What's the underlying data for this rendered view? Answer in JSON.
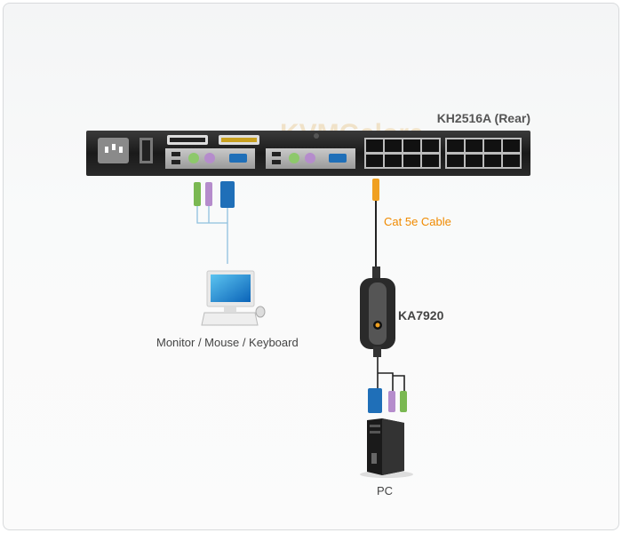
{
  "device": {
    "name": "KH2516A (Rear)",
    "watermark": "KVMGalore"
  },
  "cable": {
    "label": "Cat 5e Cable"
  },
  "adapter": {
    "name": "KA7920"
  },
  "console": {
    "label": "Monitor / Mouse / Keyboard"
  },
  "computer": {
    "label": "PC"
  },
  "colors": {
    "cable_label": "#f08a00",
    "device_body": "#1e1e1e",
    "vga": "#1f6fb8",
    "ps2_mouse": "#7ab852",
    "ps2_keyboard": "#b58ccc"
  }
}
